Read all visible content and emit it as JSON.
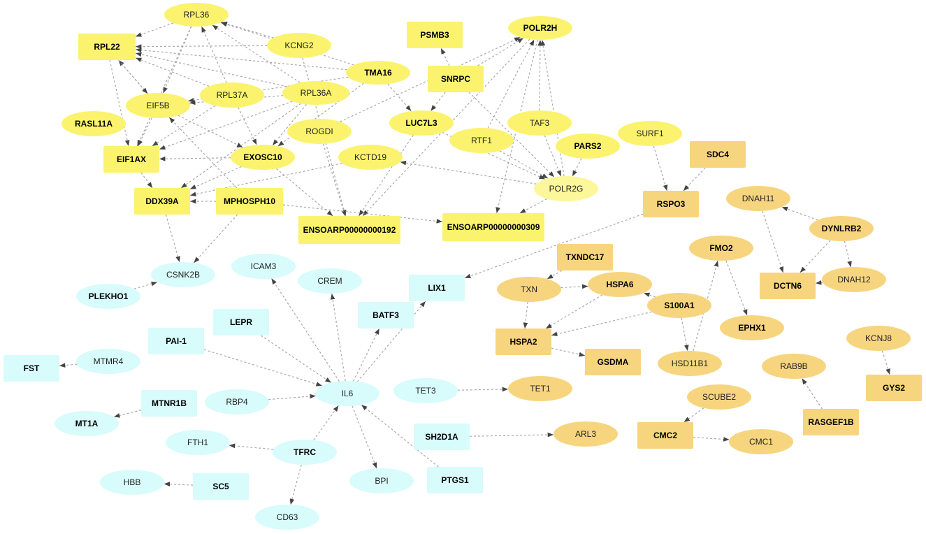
{
  "colors": {
    "yellow": "#fbf36e",
    "yellow_node": "#fbf67a",
    "yellow_pale": "#fcf79a",
    "orange": "#f7d57f",
    "cyan": "#d8fbfb",
    "edge": "#a8a8a8"
  },
  "nodes": [
    {
      "id": "RPL36",
      "label": "RPL36",
      "shape": "ellipse",
      "color": "yellow",
      "bold": false
    },
    {
      "id": "RPL22",
      "label": "RPL22",
      "shape": "rect",
      "color": "yellow",
      "bold": true
    },
    {
      "id": "KCNG2",
      "label": "KCNG2",
      "shape": "ellipse",
      "color": "yellow",
      "bold": false
    },
    {
      "id": "PSMB3",
      "label": "PSMB3",
      "shape": "rect",
      "color": "yellow",
      "bold": true
    },
    {
      "id": "POLR2H",
      "label": "POLR2H",
      "shape": "ellipse",
      "color": "yellow",
      "bold": true
    },
    {
      "id": "TMA16",
      "label": "TMA16",
      "shape": "ellipse",
      "color": "yellow",
      "bold": true
    },
    {
      "id": "SNRPC",
      "label": "SNRPC",
      "shape": "rect",
      "color": "yellow",
      "bold": true
    },
    {
      "id": "RPL37A",
      "label": "RPL37A",
      "shape": "ellipse",
      "color": "yellow",
      "bold": false
    },
    {
      "id": "RPL36A",
      "label": "RPL36A",
      "shape": "ellipse",
      "color": "yellow",
      "bold": false
    },
    {
      "id": "EIF5B",
      "label": "EIF5B",
      "shape": "ellipse",
      "color": "yellow",
      "bold": false
    },
    {
      "id": "RASL11A",
      "label": "RASL11A",
      "shape": "ellipse",
      "color": "yellow",
      "bold": true
    },
    {
      "id": "ROGDI",
      "label": "ROGDI",
      "shape": "ellipse",
      "color": "yellow",
      "bold": false
    },
    {
      "id": "LUC7L3",
      "label": "LUC7L3",
      "shape": "ellipse",
      "color": "yellow",
      "bold": true
    },
    {
      "id": "TAF3",
      "label": "TAF3",
      "shape": "ellipse",
      "color": "yellow",
      "bold": false
    },
    {
      "id": "RTF1",
      "label": "RTF1",
      "shape": "ellipse",
      "color": "yellow",
      "bold": false
    },
    {
      "id": "PARS2",
      "label": "PARS2",
      "shape": "ellipse",
      "color": "yellow",
      "bold": true
    },
    {
      "id": "SURF1",
      "label": "SURF1",
      "shape": "ellipse",
      "color": "yellow",
      "bold": false
    },
    {
      "id": "EIF1AX",
      "label": "EIF1AX",
      "shape": "rect",
      "color": "yellow",
      "bold": true
    },
    {
      "id": "EXOSC10",
      "label": "EXOSC10",
      "shape": "ellipse",
      "color": "yellow",
      "bold": true
    },
    {
      "id": "KCTD19",
      "label": "KCTD19",
      "shape": "ellipse",
      "color": "yellow",
      "bold": false
    },
    {
      "id": "POLR2G",
      "label": "POLR2G",
      "shape": "ellipse",
      "color": "yellow_pale",
      "bold": false
    },
    {
      "id": "DDX39A",
      "label": "DDX39A",
      "shape": "rect",
      "color": "yellow",
      "bold": true
    },
    {
      "id": "MPHOSPH10",
      "label": "MPHOSPH10",
      "shape": "rect",
      "color": "yellow",
      "bold": true
    },
    {
      "id": "ENSOARP192",
      "label": "ENSOARP00000000192",
      "shape": "rect",
      "color": "yellow",
      "bold": true
    },
    {
      "id": "ENSOARP309",
      "label": "ENSOARP00000000309",
      "shape": "rect",
      "color": "yellow",
      "bold": true
    },
    {
      "id": "SDC4",
      "label": "SDC4",
      "shape": "rect",
      "color": "orange",
      "bold": true
    },
    {
      "id": "RSPO3",
      "label": "RSPO3",
      "shape": "rect",
      "color": "orange",
      "bold": true
    },
    {
      "id": "DNAH11",
      "label": "DNAH11",
      "shape": "ellipse",
      "color": "orange",
      "bold": false
    },
    {
      "id": "DYNLRB2",
      "label": "DYNLRB2",
      "shape": "ellipse",
      "color": "orange",
      "bold": true
    },
    {
      "id": "FMO2",
      "label": "FMO2",
      "shape": "ellipse",
      "color": "orange",
      "bold": true
    },
    {
      "id": "TXNDC17",
      "label": "TXNDC17",
      "shape": "rect",
      "color": "orange",
      "bold": true
    },
    {
      "id": "TXN",
      "label": "TXN",
      "shape": "ellipse",
      "color": "orange",
      "bold": false
    },
    {
      "id": "HSPA6",
      "label": "HSPA6",
      "shape": "ellipse",
      "color": "orange",
      "bold": true
    },
    {
      "id": "DCTN6",
      "label": "DCTN6",
      "shape": "rect",
      "color": "orange",
      "bold": true
    },
    {
      "id": "DNAH12",
      "label": "DNAH12",
      "shape": "ellipse",
      "color": "orange",
      "bold": false
    },
    {
      "id": "S100A1",
      "label": "S100A1",
      "shape": "ellipse",
      "color": "orange",
      "bold": true
    },
    {
      "id": "EPHX1",
      "label": "EPHX1",
      "shape": "ellipse",
      "color": "orange",
      "bold": true
    },
    {
      "id": "HSPA2",
      "label": "HSPA2",
      "shape": "rect",
      "color": "orange",
      "bold": true
    },
    {
      "id": "GSDMA",
      "label": "GSDMA",
      "shape": "rect",
      "color": "orange",
      "bold": true
    },
    {
      "id": "HSD11B1",
      "label": "HSD11B1",
      "shape": "ellipse",
      "color": "orange",
      "bold": false
    },
    {
      "id": "KCNJ8",
      "label": "KCNJ8",
      "shape": "ellipse",
      "color": "orange",
      "bold": false
    },
    {
      "id": "RAB9B",
      "label": "RAB9B",
      "shape": "ellipse",
      "color": "orange",
      "bold": false
    },
    {
      "id": "GYS2",
      "label": "GYS2",
      "shape": "rect",
      "color": "orange",
      "bold": true
    },
    {
      "id": "TET1",
      "label": "TET1",
      "shape": "ellipse",
      "color": "orange",
      "bold": false
    },
    {
      "id": "SCUBE2",
      "label": "SCUBE2",
      "shape": "ellipse",
      "color": "orange",
      "bold": false
    },
    {
      "id": "RASGEF1B",
      "label": "RASGEF1B",
      "shape": "rect",
      "color": "orange",
      "bold": true
    },
    {
      "id": "ARL3",
      "label": "ARL3",
      "shape": "ellipse",
      "color": "orange",
      "bold": false
    },
    {
      "id": "CMC2",
      "label": "CMC2",
      "shape": "rect",
      "color": "orange",
      "bold": true
    },
    {
      "id": "CMC1",
      "label": "CMC1",
      "shape": "ellipse",
      "color": "orange",
      "bold": false
    },
    {
      "id": "ICAM3",
      "label": "ICAM3",
      "shape": "ellipse",
      "color": "cyan",
      "bold": false
    },
    {
      "id": "CSNK2B",
      "label": "CSNK2B",
      "shape": "ellipse",
      "color": "cyan",
      "bold": false
    },
    {
      "id": "CREM",
      "label": "CREM",
      "shape": "ellipse",
      "color": "cyan",
      "bold": false
    },
    {
      "id": "LIX1",
      "label": "LIX1",
      "shape": "rect",
      "color": "cyan",
      "bold": true
    },
    {
      "id": "PLEKHO1",
      "label": "PLEKHO1",
      "shape": "ellipse",
      "color": "cyan",
      "bold": true
    },
    {
      "id": "BATF3",
      "label": "BATF3",
      "shape": "rect",
      "color": "cyan",
      "bold": true
    },
    {
      "id": "LEPR",
      "label": "LEPR",
      "shape": "rect",
      "color": "cyan",
      "bold": true
    },
    {
      "id": "PAI1",
      "label": "PAI-1",
      "shape": "rect",
      "color": "cyan",
      "bold": true
    },
    {
      "id": "MTMR4",
      "label": "MTMR4",
      "shape": "ellipse",
      "color": "cyan",
      "bold": false
    },
    {
      "id": "FST",
      "label": "FST",
      "shape": "rect",
      "color": "cyan",
      "bold": true
    },
    {
      "id": "IL6",
      "label": "IL6",
      "shape": "ellipse",
      "color": "cyan",
      "bold": false
    },
    {
      "id": "TET3",
      "label": "TET3",
      "shape": "ellipse",
      "color": "cyan",
      "bold": false
    },
    {
      "id": "RBP4",
      "label": "RBP4",
      "shape": "ellipse",
      "color": "cyan",
      "bold": false
    },
    {
      "id": "MTNR1B",
      "label": "MTNR1B",
      "shape": "rect",
      "color": "cyan",
      "bold": true
    },
    {
      "id": "MT1A",
      "label": "MT1A",
      "shape": "ellipse",
      "color": "cyan",
      "bold": true
    },
    {
      "id": "SH2D1A",
      "label": "SH2D1A",
      "shape": "rect",
      "color": "cyan",
      "bold": true
    },
    {
      "id": "FTH1",
      "label": "FTH1",
      "shape": "ellipse",
      "color": "cyan",
      "bold": false
    },
    {
      "id": "TFRC",
      "label": "TFRC",
      "shape": "ellipse",
      "color": "cyan",
      "bold": true
    },
    {
      "id": "HBB",
      "label": "HBB",
      "shape": "ellipse",
      "color": "cyan",
      "bold": false
    },
    {
      "id": "SC5",
      "label": "SC5",
      "shape": "rect",
      "color": "cyan",
      "bold": true
    },
    {
      "id": "BPI",
      "label": "BPI",
      "shape": "ellipse",
      "color": "cyan",
      "bold": false
    },
    {
      "id": "PTGS1",
      "label": "PTGS1",
      "shape": "rect",
      "color": "cyan",
      "bold": true
    },
    {
      "id": "CD63",
      "label": "CD63",
      "shape": "ellipse",
      "color": "cyan",
      "bold": false
    }
  ],
  "edges": [
    [
      "RPL36",
      "RPL22"
    ],
    [
      "RPL36",
      "EIF5B"
    ],
    [
      "RPL36",
      "EIF1AX"
    ],
    [
      "KCNG2",
      "RPL36"
    ],
    [
      "TMA16",
      "RPL36"
    ],
    [
      "RPL36A",
      "RPL36"
    ],
    [
      "RPL37A",
      "RPL36"
    ],
    [
      "TMA16",
      "RPL22"
    ],
    [
      "RPL36A",
      "RPL22"
    ],
    [
      "RPL37A",
      "RPL22"
    ],
    [
      "EIF5B",
      "RPL22"
    ],
    [
      "KCNG2",
      "RPL22"
    ],
    [
      "RPL22",
      "EIF5B"
    ],
    [
      "RPL22",
      "EIF1AX"
    ],
    [
      "EIF5B",
      "EIF1AX"
    ],
    [
      "EIF5B",
      "EXOSC10"
    ],
    [
      "RPL36A",
      "EIF5B"
    ],
    [
      "TMA16",
      "EIF5B"
    ],
    [
      "MPHOSPH10",
      "EIF5B"
    ],
    [
      "RPL36A",
      "EIF1AX"
    ],
    [
      "RPL37A",
      "EIF1AX"
    ],
    [
      "EXOSC10",
      "EIF1AX"
    ],
    [
      "RPL36A",
      "EXOSC10"
    ],
    [
      "TMA16",
      "EXOSC10"
    ],
    [
      "RPL37A",
      "EXOSC10"
    ],
    [
      "EXOSC10",
      "DDX39A"
    ],
    [
      "EXOSC10",
      "ENSOARP192"
    ],
    [
      "EIF1AX",
      "DDX39A"
    ],
    [
      "KCTD19",
      "DDX39A"
    ],
    [
      "RPL36A",
      "DDX39A"
    ],
    [
      "MPHOSPH10",
      "DDX39A"
    ],
    [
      "POLR2G",
      "KCTD19"
    ],
    [
      "KCNG2",
      "ENSOARP192"
    ],
    [
      "ROGDI",
      "ENSOARP192"
    ],
    [
      "LUC7L3",
      "ENSOARP192"
    ],
    [
      "POLR2H",
      "ENSOARP192"
    ],
    [
      "MPHOSPH10",
      "ENSOARP309"
    ],
    [
      "SNRPC",
      "LUC7L3"
    ],
    [
      "SNRPC",
      "PSMB3"
    ],
    [
      "SNRPC",
      "POLR2H"
    ],
    [
      "SNRPC",
      "POLR2G"
    ],
    [
      "ROGDI",
      "POLR2H"
    ],
    [
      "LUC7L3",
      "POLR2G"
    ],
    [
      "RTF1",
      "POLR2H"
    ],
    [
      "TAF3",
      "POLR2H"
    ],
    [
      "POLR2G",
      "POLR2H"
    ],
    [
      "PARS2",
      "POLR2G"
    ],
    [
      "TAF3",
      "POLR2G"
    ],
    [
      "RTF1",
      "POLR2G"
    ],
    [
      "TMA16",
      "LUC7L3"
    ],
    [
      "POLR2G",
      "ENSOARP309"
    ],
    [
      "POLR2H",
      "ENSOARP309"
    ],
    [
      "DDX39A",
      "CSNK2B"
    ],
    [
      "MPHOSPH10",
      "CSNK2B"
    ],
    [
      "PLEKHO1",
      "CSNK2B"
    ],
    [
      "SURF1",
      "RSPO3"
    ],
    [
      "SDC4",
      "RSPO3"
    ],
    [
      "RSPO3",
      "LIX1"
    ],
    [
      "DYNLRB2",
      "DNAH11"
    ],
    [
      "DNAH11",
      "DCTN6"
    ],
    [
      "DYNLRB2",
      "DCTN6"
    ],
    [
      "DYNLRB2",
      "DNAH12"
    ],
    [
      "DNAH12",
      "DCTN6"
    ],
    [
      "FMO2",
      "EPHX1"
    ],
    [
      "HSD11B1",
      "FMO2"
    ],
    [
      "S100A1",
      "HSD11B1"
    ],
    [
      "TXNDC17",
      "TXN"
    ],
    [
      "TXN",
      "HSPA6"
    ],
    [
      "TXN",
      "HSPA2"
    ],
    [
      "HSPA6",
      "HSPA2"
    ],
    [
      "S100A1",
      "HSPA2"
    ],
    [
      "S100A1",
      "HSPA6"
    ],
    [
      "HSPA2",
      "GSDMA"
    ],
    [
      "KCNJ8",
      "GYS2"
    ],
    [
      "RASGEF1B",
      "RAB9B"
    ],
    [
      "SCUBE2",
      "CMC2"
    ],
    [
      "CMC2",
      "CMC1"
    ],
    [
      "SH2D1A",
      "ARL3"
    ],
    [
      "TET3",
      "TET1"
    ],
    [
      "IL6",
      "ICAM3"
    ],
    [
      "IL6",
      "CREM"
    ],
    [
      "IL6",
      "BATF3"
    ],
    [
      "IL6",
      "LIX1"
    ],
    [
      "LEPR",
      "IL6"
    ],
    [
      "PAI1",
      "IL6"
    ],
    [
      "RBP4",
      "IL6"
    ],
    [
      "TFRC",
      "IL6"
    ],
    [
      "PTGS1",
      "IL6"
    ],
    [
      "IL6",
      "BPI"
    ],
    [
      "MTMR4",
      "FST"
    ],
    [
      "MTNR1B",
      "MT1A"
    ],
    [
      "TFRC",
      "FTH1"
    ],
    [
      "TFRC",
      "CD63"
    ],
    [
      "SC5",
      "HBB"
    ]
  ]
}
